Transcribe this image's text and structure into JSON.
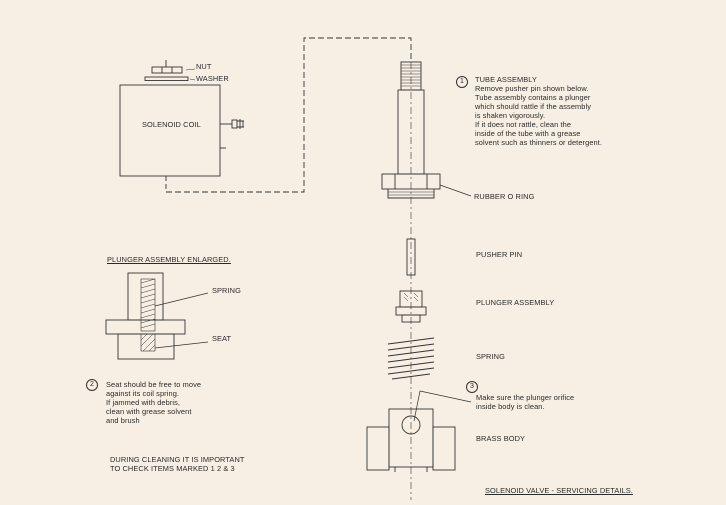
{
  "colors": {
    "paper": "#f7efe3",
    "ink": "#333333"
  },
  "coil": {
    "nut": "NUT",
    "washer": "WASHER",
    "body": "SOLENOID COIL"
  },
  "tube": {
    "number": "1",
    "title": "TUBE ASSEMBLY",
    "lines": [
      "Remove pusher pin shown below.",
      "Tube assembly contains a plunger",
      "which should rattle if the assembly",
      "is shaken vigorously.",
      "If it does not rattle, clean the",
      "inside of the tube with a grease",
      "solvent such as thinners or detergent."
    ],
    "o_ring": "RUBBER O RING"
  },
  "parts": {
    "pusher_pin": "PUSHER PIN",
    "plunger_assembly": "PLUNGER ASSEMBLY",
    "spring": "SPRING",
    "brass_body": "BRASS BODY"
  },
  "orifice": {
    "number": "3",
    "lines": [
      "Make sure the plunger orifice",
      "inside body is clean."
    ]
  },
  "enlarged": {
    "title": "PLUNGER ASSEMBLY ENLARGED.",
    "spring": "SPRING",
    "seat": "SEAT"
  },
  "seat_note": {
    "number": "2",
    "lines": [
      "Seat should be free to move",
      "against its coil spring.",
      "If jammed with debris,",
      "clean with grease solvent",
      "and brush"
    ]
  },
  "cleaning_note": {
    "lines": [
      "DURING CLEANING IT IS IMPORTANT",
      "TO CHECK ITEMS MARKED  1  2 & 3"
    ]
  },
  "footer": {
    "title": "SOLENOID VALVE - SERVICING DETAILS."
  }
}
